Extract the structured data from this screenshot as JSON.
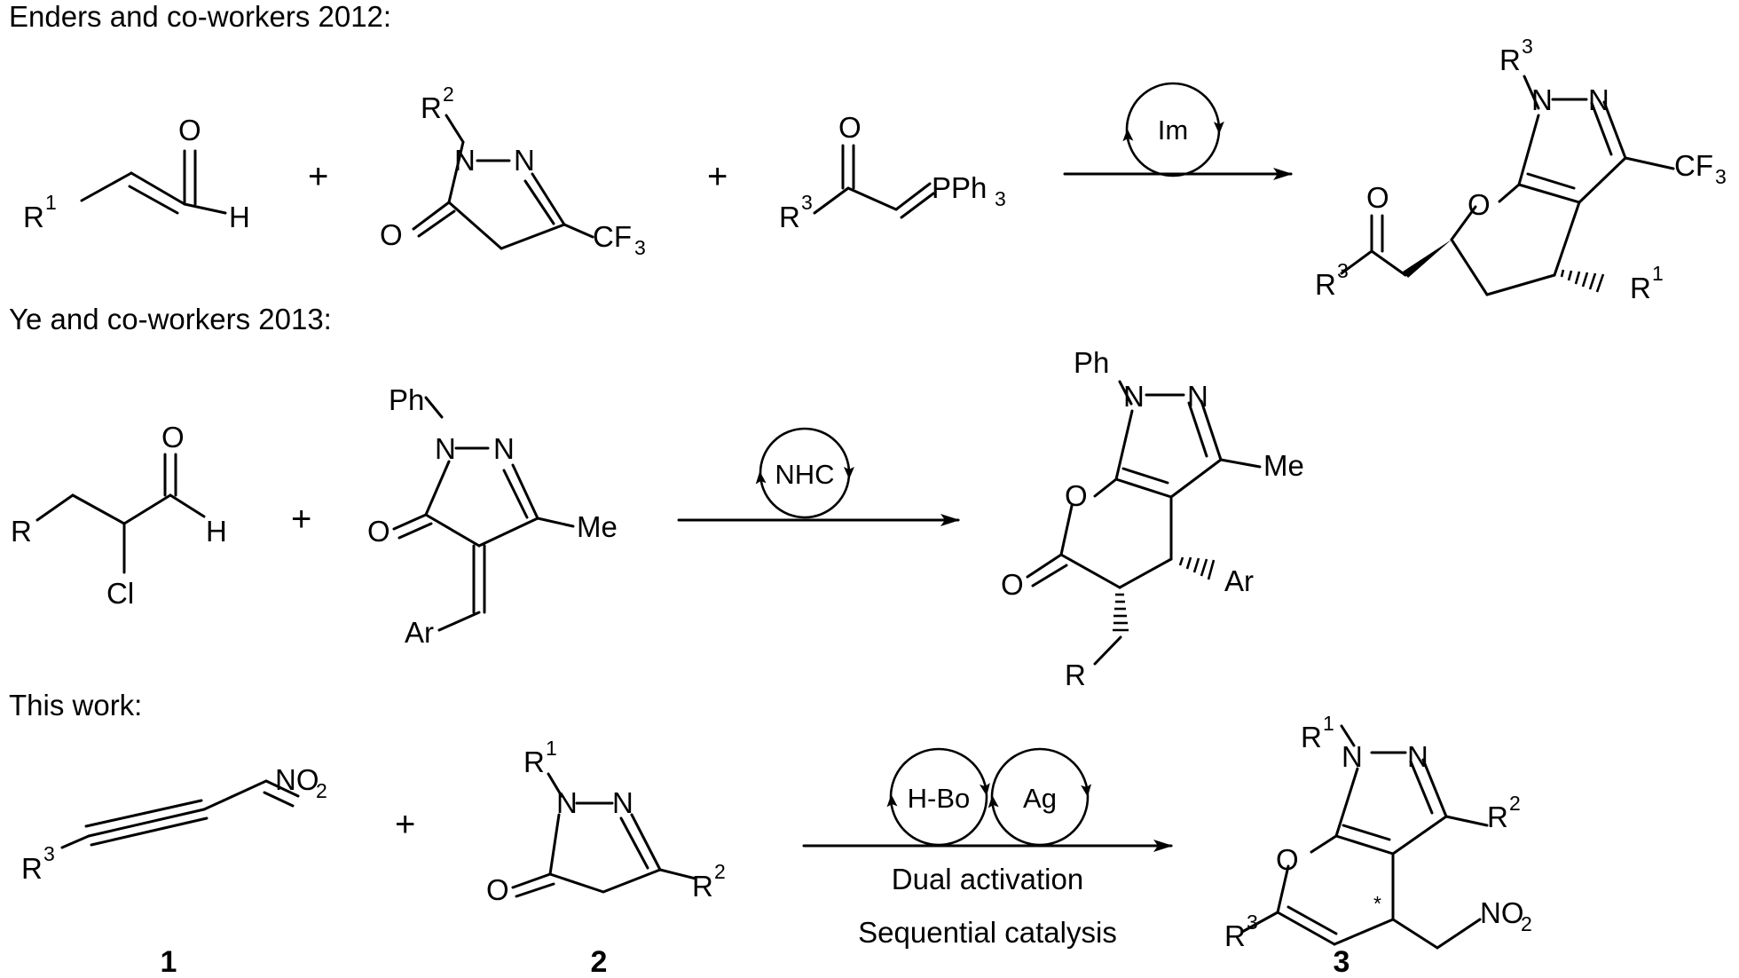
{
  "sections": [
    {
      "heading": "Enders and co-workers 2012:",
      "catalysts": [
        "Im"
      ],
      "conditions": []
    },
    {
      "heading": "Ye and co-workers 2013:",
      "catalysts": [
        "NHC"
      ],
      "conditions": []
    },
    {
      "heading": "This work:",
      "catalysts": [
        "H-Bo",
        "Ag"
      ],
      "conditions": [
        "Dual activation",
        "Sequential catalysis"
      ]
    }
  ],
  "compound_numbers": [
    "1",
    "2",
    "3"
  ],
  "plus_sign": "+",
  "stereo_marker": "*",
  "atoms": {
    "O": "O",
    "H": "H",
    "N": "N",
    "R": "R",
    "Cl": "Cl",
    "Ph": "Ph",
    "Me": "Me",
    "Ar": "Ar",
    "CF": "CF",
    "PPh": "PPh",
    "NO": "NO"
  },
  "script_values": {
    "one": "1",
    "two": "2",
    "three": "3"
  },
  "colors": {
    "ink": "#000000",
    "background": "#ffffff"
  }
}
